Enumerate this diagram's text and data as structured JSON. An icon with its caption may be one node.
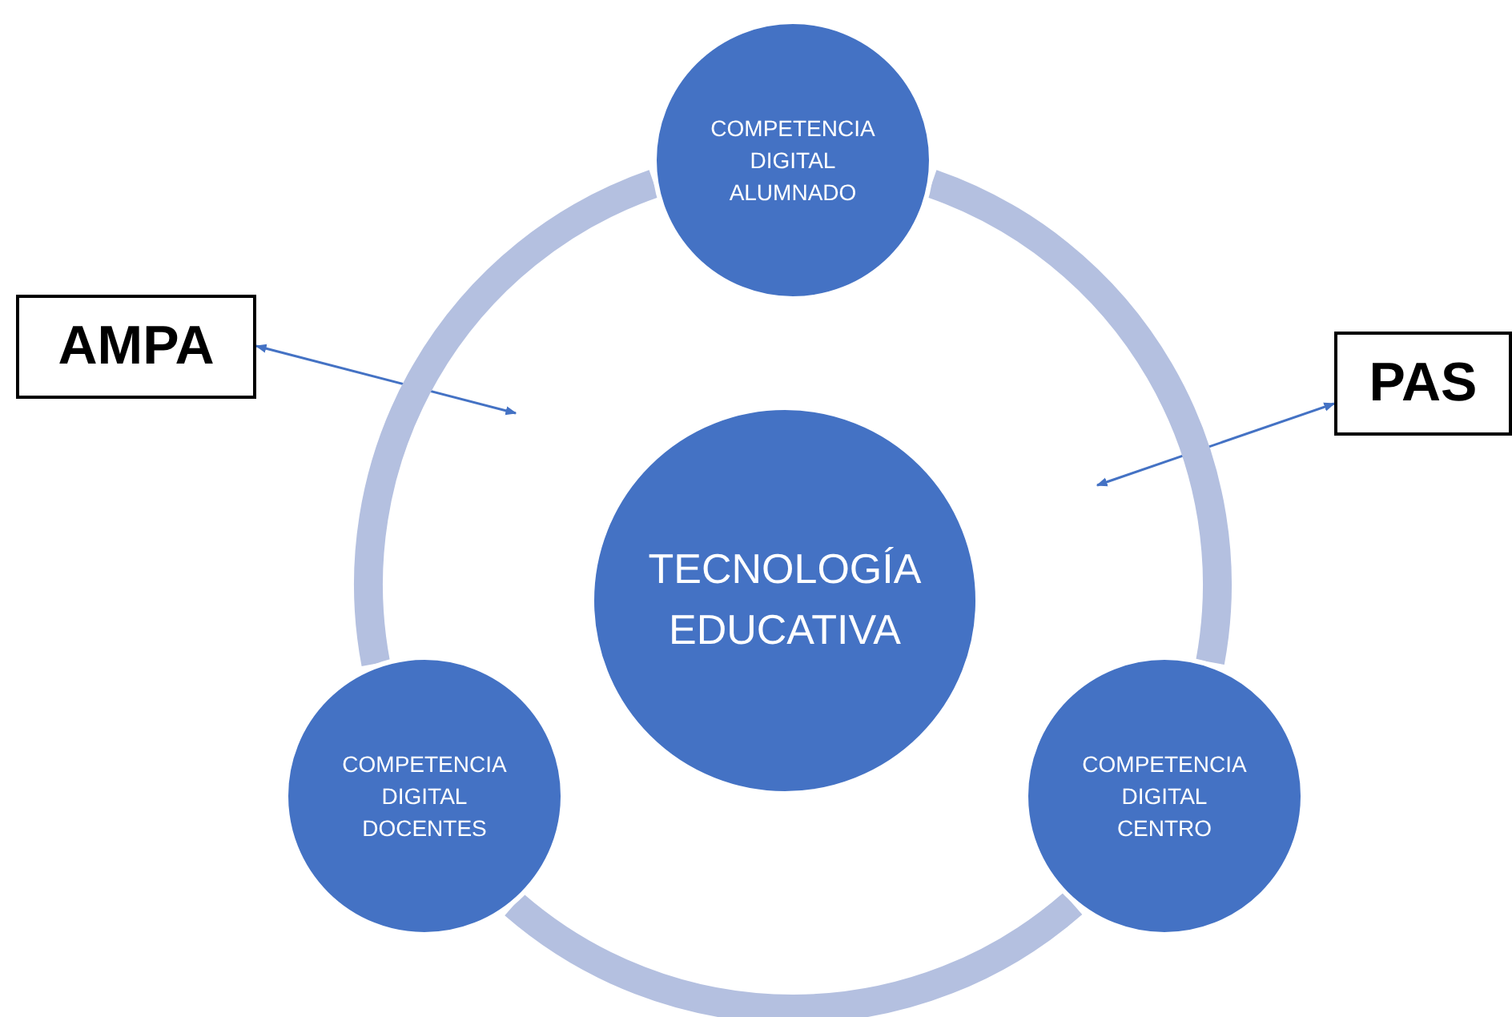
{
  "diagram": {
    "nodes": [
      {
        "text": [
          "COMPETENCIA DIGITAL ALUMNADO"
        ]
      },
      {
        "text": [
          "AMPA"
        ]
      },
      {
        "text": [
          "PAS"
        ]
      },
      {
        "text": [
          "TECNOLOGÍA EDUCATIVA"
        ]
      },
      {
        "text": [
          "COMPETENCIA DIGITAL DOCENTES"
        ]
      },
      {
        "text": [
          "COMPETENCIA DIGITAL CENTRO"
        ]
      }
    ],
    "edges": [
      {
        "from": 1,
        "to": null,
        "arrow": "both",
        "color": "#4472c4"
      },
      {
        "from": 2,
        "to": null,
        "arrow": "both",
        "color": "#4472c4"
      },
      {
        "from": 0,
        "to": 5,
        "arrow": "none"
      },
      {
        "from": 5,
        "to": 4,
        "arrow": "none"
      },
      {
        "from": 4,
        "to": 0,
        "arrow": "none"
      }
    ]
  }
}
